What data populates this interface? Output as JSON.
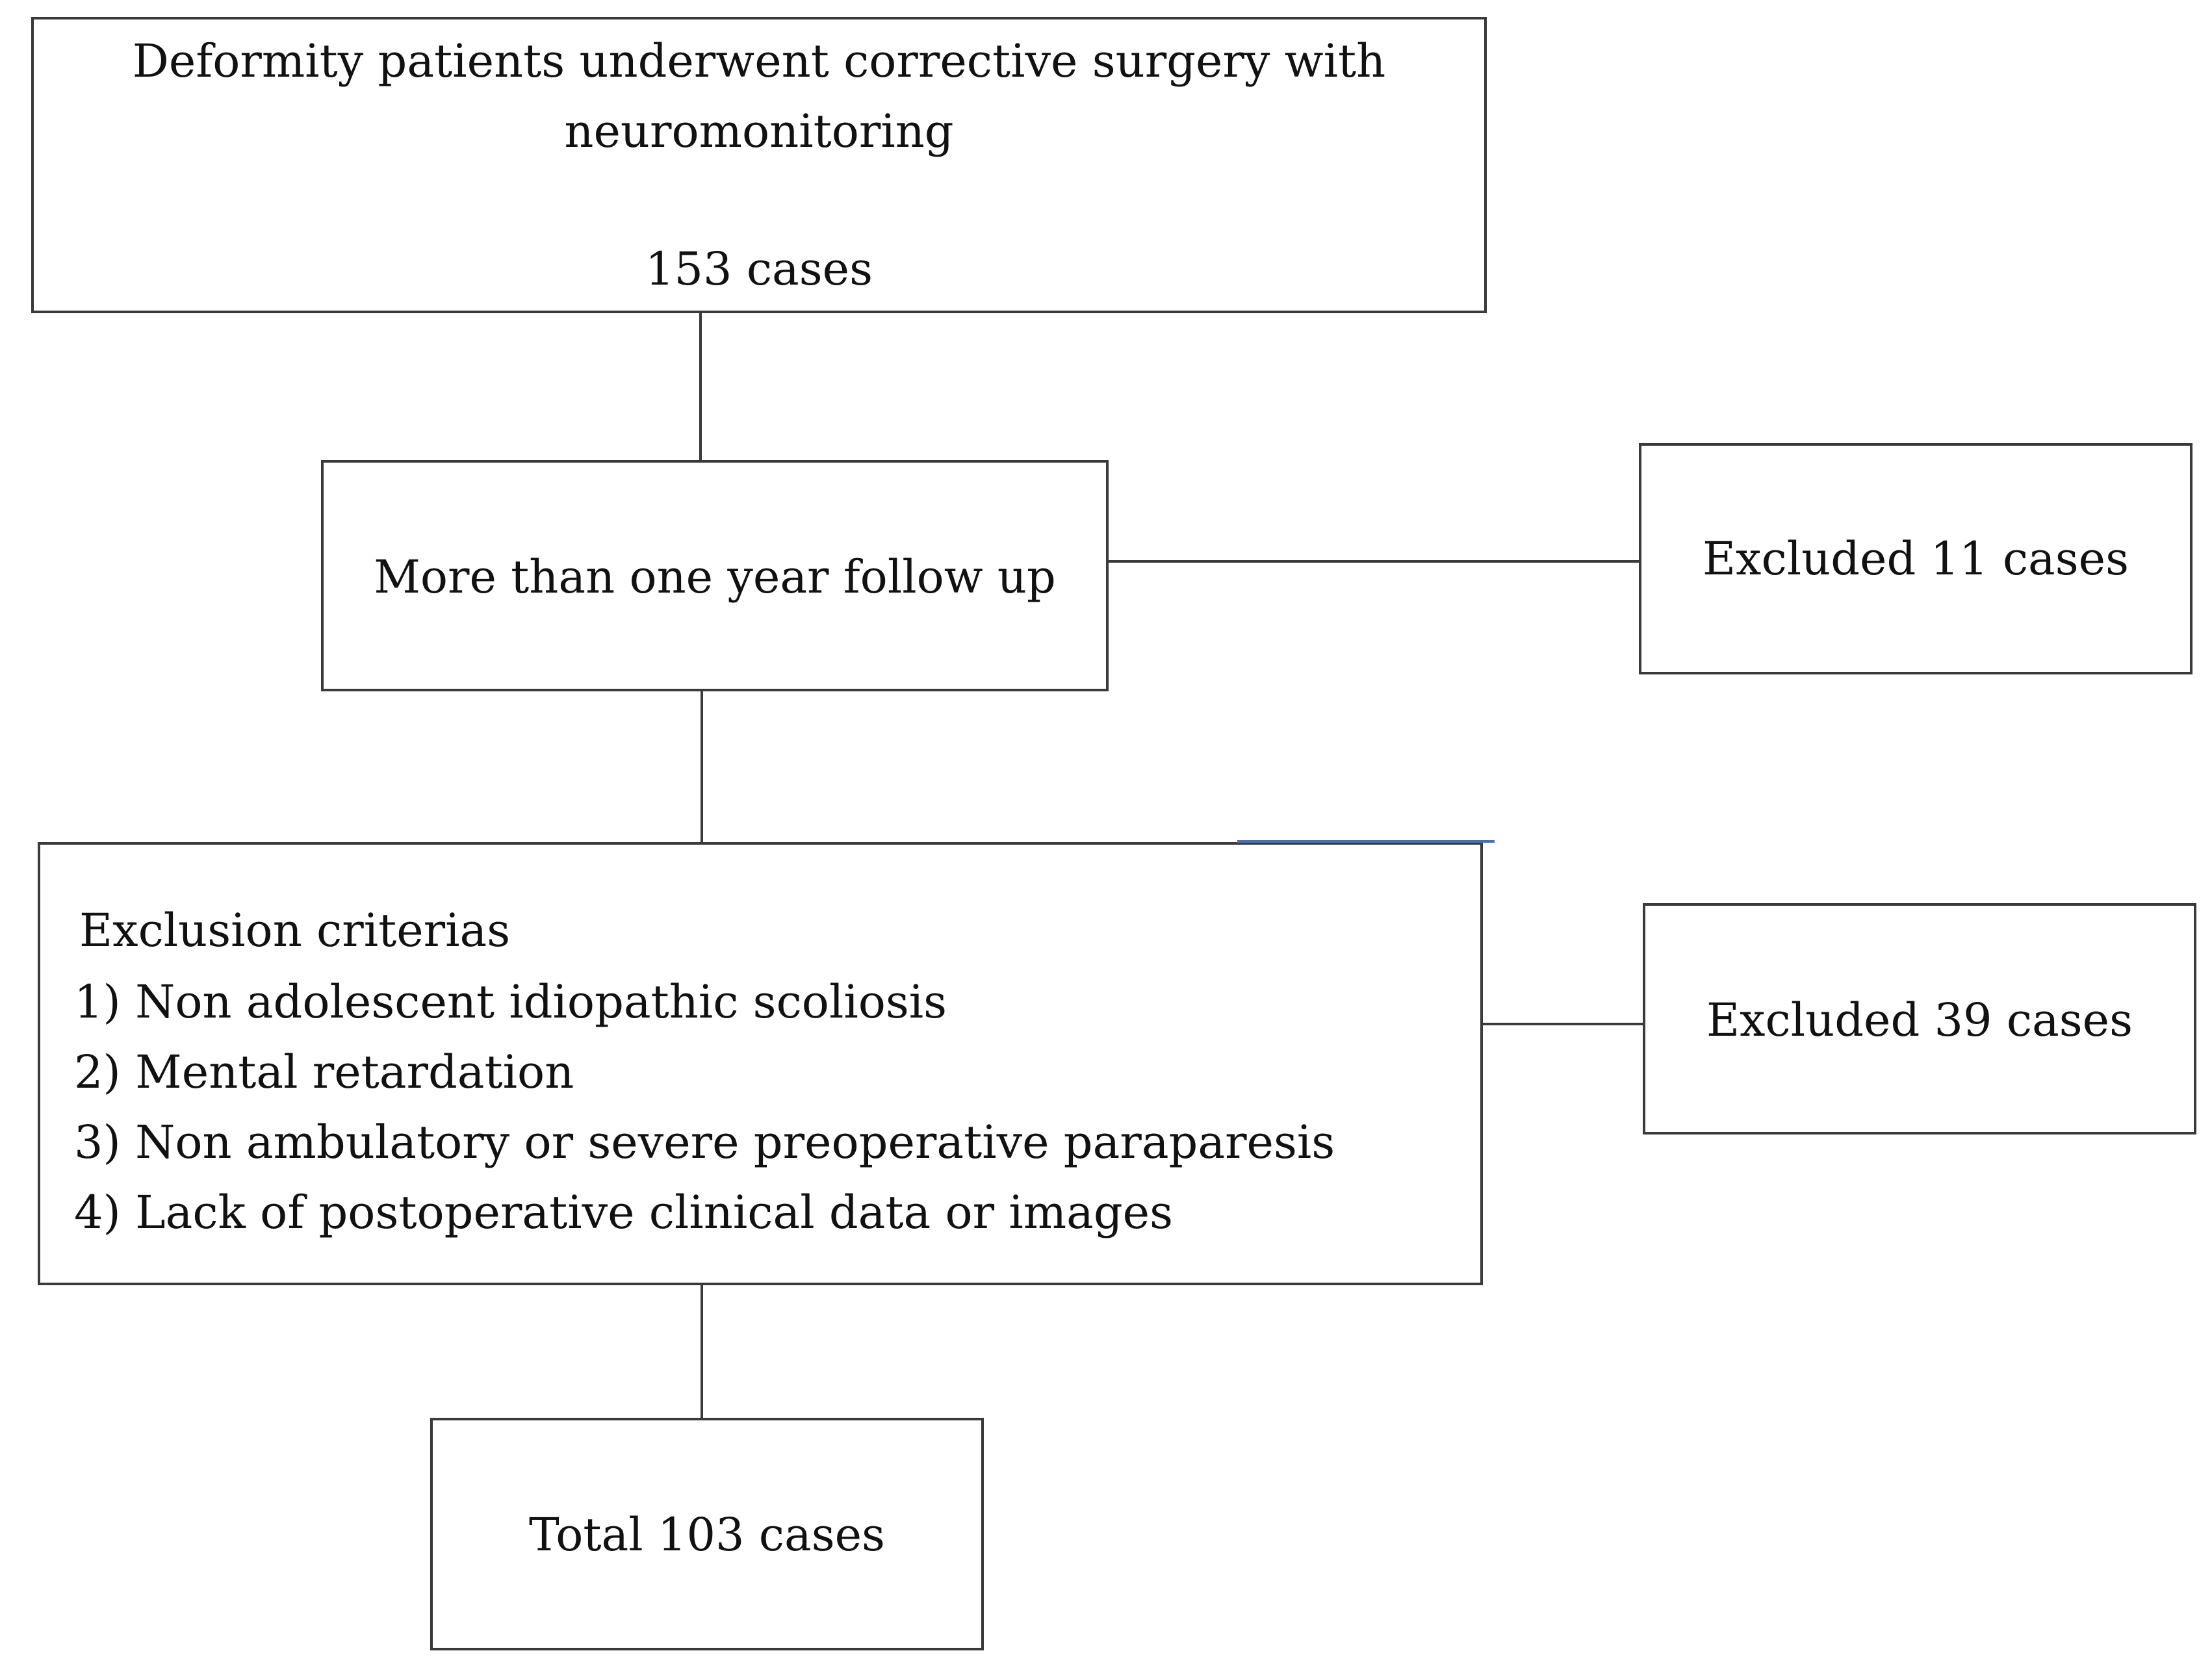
{
  "flowchart": {
    "initial": {
      "line1": "Deformity patients underwent corrective surgery with",
      "line2": "neuromonitoring",
      "count": "153 cases"
    },
    "follow_up": {
      "label": "More than one year follow up"
    },
    "excluded_first": {
      "label": "Excluded 11 cases"
    },
    "exclusion_criteria": {
      "heading": "Exclusion criterias",
      "items": [
        "1) Non adolescent idiopathic scoliosis",
        "2) Mental retardation",
        "3) Non ambulatory or severe preoperative paraparesis",
        "4) Lack of postoperative clinical data or images"
      ]
    },
    "excluded_second": {
      "label": "Excluded 39 cases"
    },
    "final": {
      "label": "Total 103 cases"
    }
  },
  "colors": {
    "border": "#3a3a3a",
    "accent_line": "#4a6fb0",
    "text": "#111111",
    "background": "#ffffff"
  }
}
